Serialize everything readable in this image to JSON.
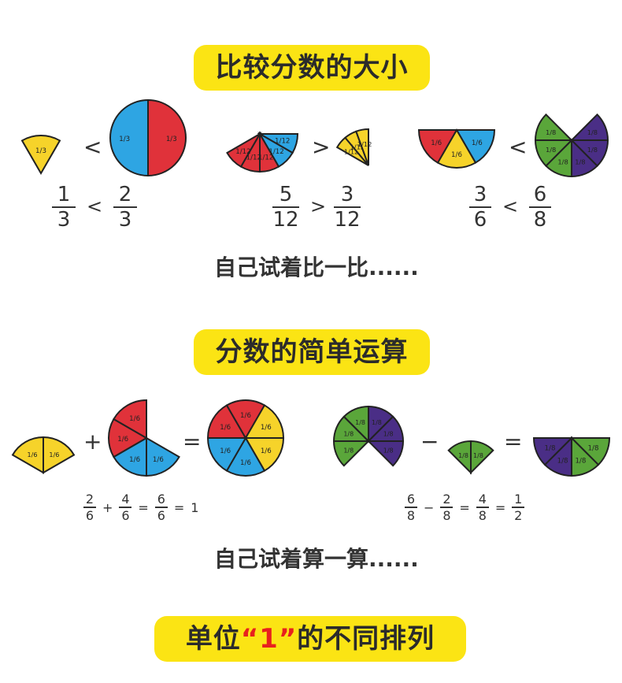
{
  "sections": {
    "compare": {
      "title": "比较分数的大小",
      "note": "自己试着比一比......",
      "rows": [
        {
          "left": {
            "num": "1",
            "den": "3"
          },
          "op": "<",
          "right": {
            "num": "2",
            "den": "3"
          }
        },
        {
          "left": {
            "num": "5",
            "den": "12"
          },
          "op": ">",
          "right": {
            "num": "3",
            "den": "12"
          }
        },
        {
          "left": {
            "num": "3",
            "den": "6"
          },
          "op": "<",
          "right": {
            "num": "6",
            "den": "8"
          }
        }
      ]
    },
    "ops": {
      "title": "分数的简单运算",
      "note": "自己试着算一算......",
      "add": {
        "a": {
          "num": "2",
          "den": "6"
        },
        "plus": "+",
        "b": {
          "num": "4",
          "den": "6"
        },
        "eq": "=",
        "c": {
          "num": "6",
          "den": "6"
        },
        "eq2": "=",
        "result": "1"
      },
      "sub": {
        "a": {
          "num": "6",
          "den": "8"
        },
        "minus": "−",
        "b": {
          "num": "2",
          "den": "8"
        },
        "eq": "=",
        "c": {
          "num": "4",
          "den": "8"
        },
        "eq2": "=",
        "d": {
          "num": "1",
          "den": "2"
        }
      },
      "piece_ops": {
        "plus": "+",
        "eq": "=",
        "minus": "−"
      }
    },
    "unit": {
      "title_pre": "单位",
      "title_highlight": "“1”",
      "title_post": "的不同排列"
    }
  },
  "colors": {
    "yellow": "#f6d32a",
    "red": "#e0323a",
    "blue": "#2ea5e3",
    "purple": "#4a2e86",
    "green": "#5aa63a",
    "banner": "#fbe414"
  }
}
